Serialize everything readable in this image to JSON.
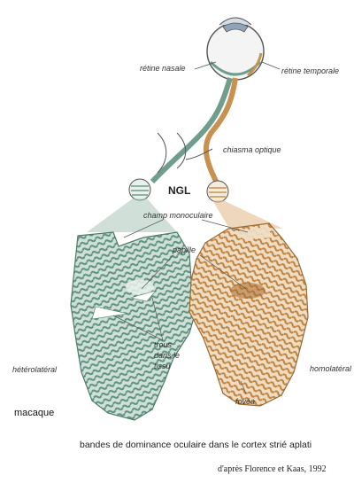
{
  "labels": {
    "retine_nasale": "rétine nasale",
    "retine_temporale": "rétine temporale",
    "chiasma": "chiasma optique",
    "ngl": "NGL",
    "champ_monoculaire": "champ monoculaire",
    "papille": "papille",
    "heterolateral": "hétérolatéral",
    "homolateral": "homolatéral",
    "trous_l1": "trous",
    "trous_l2": "dans le",
    "trous_l3": "tissu",
    "fovea": "fovéa",
    "macaque": "macaque",
    "caption": "bandes de dominance oculaire dans le cortex strié aplati",
    "credit": "d'après Florence et Kaas, 1992"
  },
  "colors": {
    "green": "#6f9e8c",
    "green_light": "#a9c7ba",
    "brown": "#c9914f",
    "brown_light": "#e2bd8c",
    "outline": "#555555"
  }
}
